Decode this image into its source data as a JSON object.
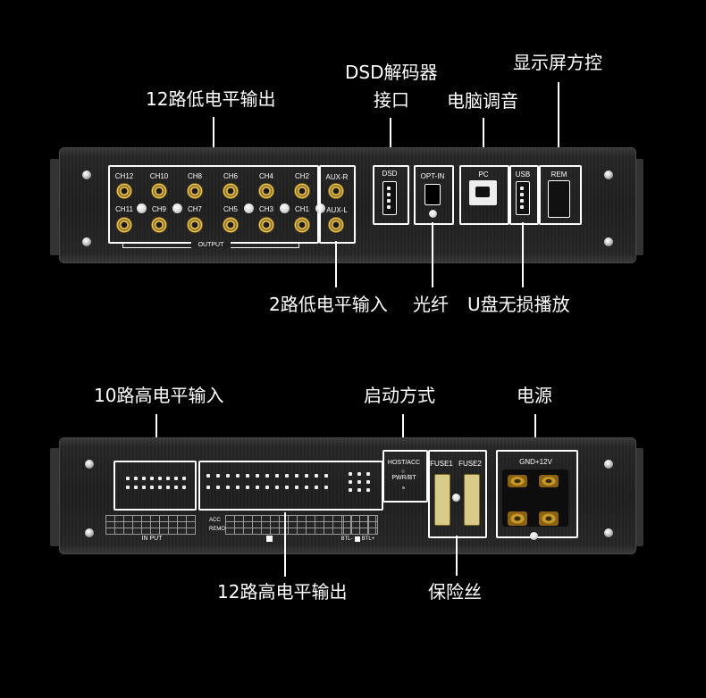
{
  "callouts": {
    "low_level_out_12": "12路低电平输出",
    "dsd_line1": "DSD解码器",
    "dsd_line2": "接口",
    "pc_tuning": "电脑调音",
    "display_control": "显示屏方控",
    "low_level_in_2": "2路低电平输入",
    "optical": "光纤",
    "usb_lossless": "U盘无损播放",
    "high_level_in_10": "10路高电平输入",
    "startup_mode": "启动方式",
    "power": "电源",
    "high_level_out_12": "12路高电平输出",
    "fuse": "保险丝"
  },
  "top_panel": {
    "channels_row1": [
      "CH12",
      "CH10",
      "CH8",
      "CH6",
      "CH4",
      "CH2"
    ],
    "channels_row2": [
      "CH11",
      "CH9",
      "CH7",
      "CH5",
      "CH3",
      "CH1"
    ],
    "output_label": "OUTPUT",
    "aux_r": "AUX-R",
    "aux_l": "AUX-L",
    "dsd": "DSD",
    "opt_in": "OPT-IN",
    "pc": "PC",
    "usb": "USB",
    "rem": "REM"
  },
  "bottom_panel": {
    "input_label": "IN PUT",
    "acc": "ACC",
    "remo": "REMO",
    "host_acc": "HOST/ACC",
    "pwr_bt": "PWR/BT",
    "fuse1": "FUSE1",
    "fuse2": "FUSE2",
    "gnd_12v": "GND+12V",
    "btl_minus": "BTL-",
    "btl_plus": "BTL+"
  },
  "colors": {
    "background": "#000000",
    "panel": "#222222",
    "rca_gold": "#d9b24a",
    "line": "#ffffff"
  }
}
